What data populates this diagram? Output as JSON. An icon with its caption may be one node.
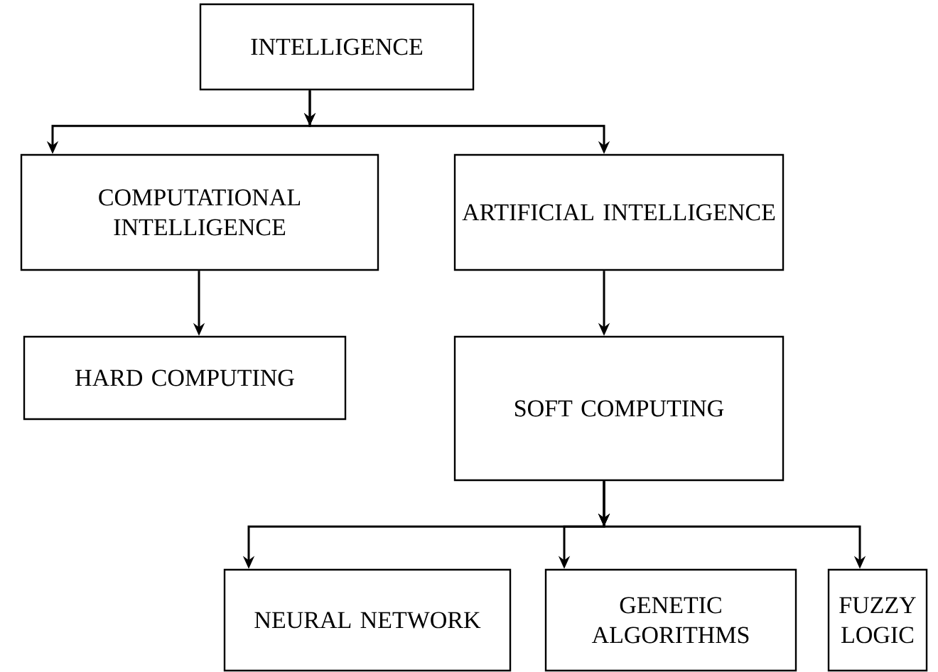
{
  "diagram": {
    "nodes": [
      {
        "text": [
          "INTELLIGENCE"
        ]
      },
      {
        "text": [
          "COMPUTATIONAL INTELLIGENCE"
        ]
      },
      {
        "text": [
          "ARTIFICIAL INTELLIGENCE"
        ]
      },
      {
        "text": [
          "HARD COMPUTING"
        ]
      },
      {
        "text": [
          "SOFT COMPUTING"
        ]
      },
      {
        "text": [
          "NEURAL NETWORK"
        ]
      },
      {
        "text": [
          "GENETIC ALGORITHMS"
        ]
      },
      {
        "text": [
          "FUZZY LOGIC"
        ]
      }
    ],
    "edges": [
      {
        "from": 0,
        "to": 1,
        "arrow": "to"
      },
      {
        "from": 0,
        "to": 2,
        "arrow": "to"
      },
      {
        "from": 1,
        "to": 3,
        "arrow": "to"
      },
      {
        "from": 2,
        "to": 4,
        "arrow": "to"
      },
      {
        "from": 4,
        "to": 5,
        "arrow": "to"
      },
      {
        "from": 4,
        "to": 6,
        "arrow": "to"
      },
      {
        "from": 4,
        "to": 7,
        "arrow": "to"
      }
    ]
  }
}
